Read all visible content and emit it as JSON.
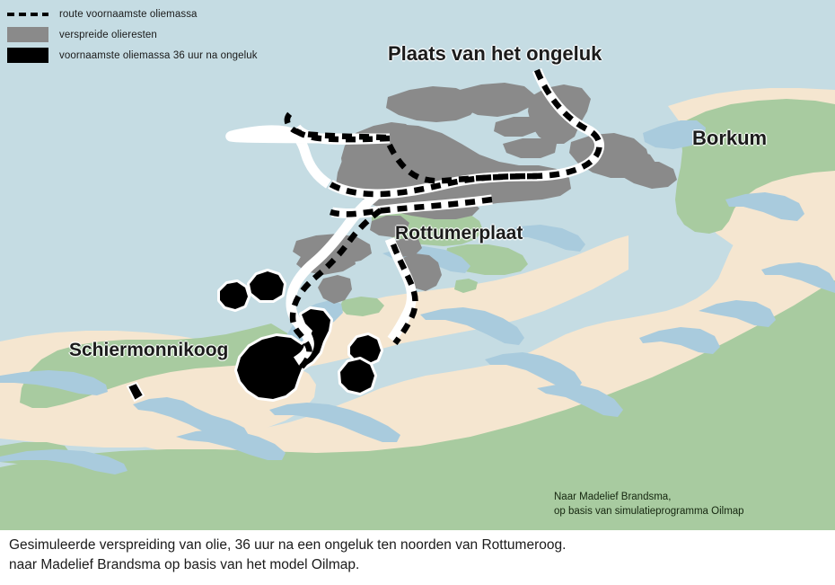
{
  "legend": {
    "items": [
      {
        "id": "route",
        "swatch": "dashed-line-swatch",
        "label": "route voornaamste oliemassa",
        "color": "#000000"
      },
      {
        "id": "spread",
        "swatch": "grey-square-swatch",
        "label": "verspreide olieresten",
        "color": "#8a8a8a"
      },
      {
        "id": "mass",
        "swatch": "black-square-swatch",
        "label": "voornaamste oliemassa 36 uur na ongeluk",
        "color": "#000000"
      }
    ]
  },
  "map": {
    "labels": {
      "accident_site": "Plaats van het ongeluk",
      "borkum": "Borkum",
      "rottumerplaat": "Rottumerplaat",
      "schiermonnikoog": "Schiermonnikoog"
    },
    "source_credit": "Naar Madelief Brandsma,\nop basis van simulatieprogramma Oilmap",
    "colors": {
      "sea": "#c5dce3",
      "channel": "#a9cbdd",
      "sand": "#f5e6d0",
      "land_green": "#a8cba0",
      "oil_spread": "#8a8a8a",
      "oil_mass": "#000000",
      "route": "#000000",
      "halo": "#ffffff"
    }
  },
  "caption": {
    "text": "Gesimuleerde verspreiding van olie, 36 uur na een ongeluk ten noorden van Rottumeroog.\nnaar Madelief Brandsma op basis van het model Oilmap."
  }
}
